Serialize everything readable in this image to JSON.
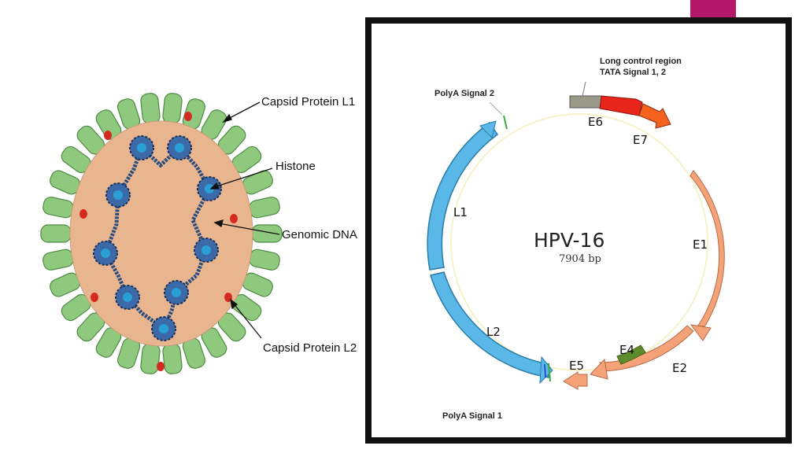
{
  "virion": {
    "labels": {
      "capsid_l1": "Capsid Protein L1",
      "histone": "Histone",
      "genomic_dna": "Genomic DNA",
      "capsid_l2": "Capsid Protein L2"
    }
  },
  "genome": {
    "title": "HPV-16",
    "size": "7904 bp",
    "lcr": "Long control region",
    "tata": "TATA Signal 1, 2",
    "polya2": "PolyA Signal 2",
    "polya1": "PolyA Signal 1",
    "genes": {
      "e6": "E6",
      "e7": "E7",
      "e1": "E1",
      "e2": "E2",
      "e4": "E4",
      "e5": "E5",
      "l1": "L1",
      "l2": "L2"
    }
  },
  "colors": {
    "accent": "#b3186b",
    "capsid_green": "#8fc97e",
    "core_tan": "#e9b58f",
    "dna_blue": "#2a4d7e",
    "l_genes": "#5ab8e8",
    "e1_e2": "#f5a278",
    "e6_e7": "#e8251a",
    "e4": "#5e8c2a",
    "lcr": "#9a9a8a"
  }
}
